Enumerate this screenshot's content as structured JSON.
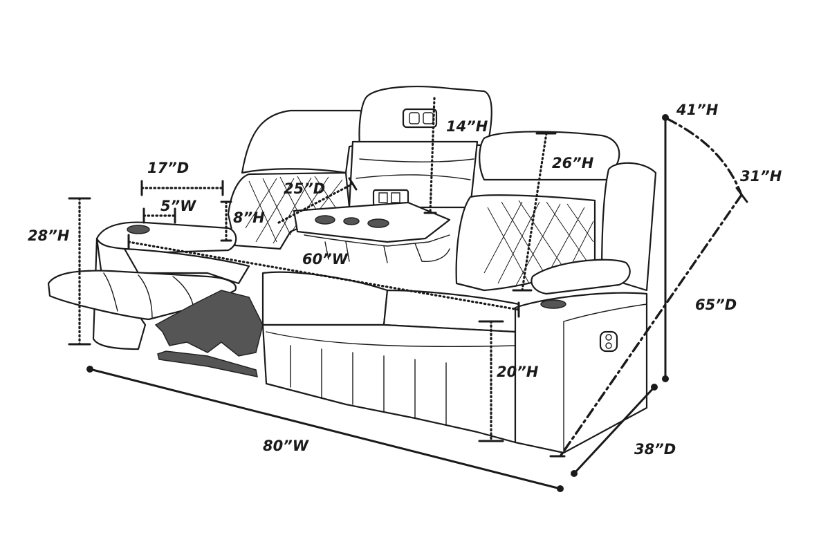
{
  "dimensions": {
    "seat_depth": "17”D",
    "cupholder_width": "5”W",
    "arm_height": "28”H",
    "console_height": "8”H",
    "console_depth": "25”D",
    "headrest_height": "14”H",
    "back_height": "26”H",
    "seat_width": "60”W",
    "seat_height": "20”H",
    "overall_width": "80”W",
    "overall_depth": "38”D",
    "recline_depth": "65”D",
    "overall_height": "41”H",
    "reclined_height": "31”H"
  },
  "colors": {
    "line": "#1a1a1a",
    "mechanism": "#555555",
    "background": "#ffffff"
  }
}
